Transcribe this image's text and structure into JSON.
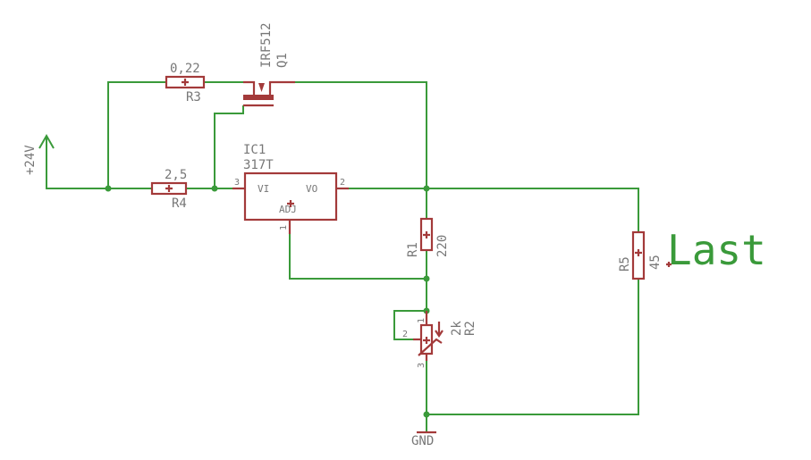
{
  "supply": {
    "label": "+24V"
  },
  "ground": {
    "label": "GND"
  },
  "q1": {
    "name": "Q1",
    "value": "IRF512"
  },
  "r3": {
    "name": "R3",
    "value": "0,22"
  },
  "r4": {
    "name": "R4",
    "value": "2,5"
  },
  "ic1": {
    "name": "IC1",
    "value": "317T",
    "pin_vi": "VI",
    "pin_vo": "VO",
    "pin_adj": "ADJ",
    "pin3": "3",
    "pin2": "2",
    "pin1": "1"
  },
  "r1": {
    "name": "R1",
    "value": "220"
  },
  "r2": {
    "name": "R2",
    "value": "2k",
    "pin1": "1",
    "pin2": "2",
    "pin3": "3"
  },
  "r5": {
    "name": "R5",
    "value": "45"
  },
  "load": {
    "label": "Last"
  },
  "colors": {
    "wire": "#3a9a3a",
    "symbol": "#a33a3a",
    "text": "#777777"
  }
}
